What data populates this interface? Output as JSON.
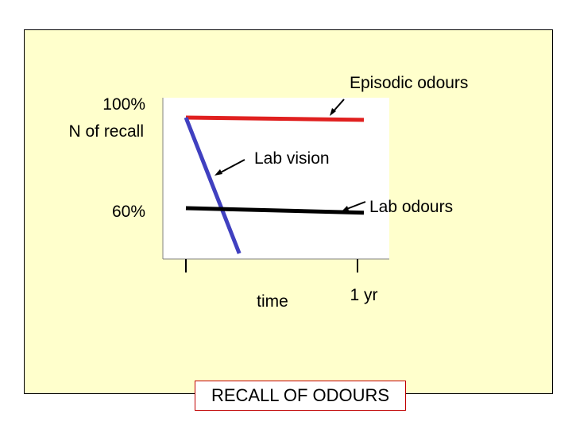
{
  "chart_data": {
    "type": "line",
    "ylabel": "N of recall",
    "y_ticks": [
      "100%",
      "60%"
    ],
    "x_ticks": [
      "time",
      "1 yr"
    ],
    "series": [
      {
        "name": "Episodic odours",
        "color": "#e0201f",
        "points": [
          {
            "x": 0,
            "y": 100
          },
          {
            "x": 1,
            "y": 99
          }
        ]
      },
      {
        "name": "Lab vision",
        "color": "#4040c0",
        "points": [
          {
            "x": 0,
            "y": 100
          },
          {
            "x": 0.3,
            "y": 40
          }
        ]
      },
      {
        "name": "Lab odours",
        "color": "#000000",
        "points": [
          {
            "x": 0,
            "y": 60
          },
          {
            "x": 1,
            "y": 58
          }
        ]
      }
    ],
    "caption": "RECALL OF ODOURS"
  },
  "colors": {
    "slide_background": "#ffffcc",
    "plot_background": "#ffffff",
    "caption_border": "#c00000"
  }
}
